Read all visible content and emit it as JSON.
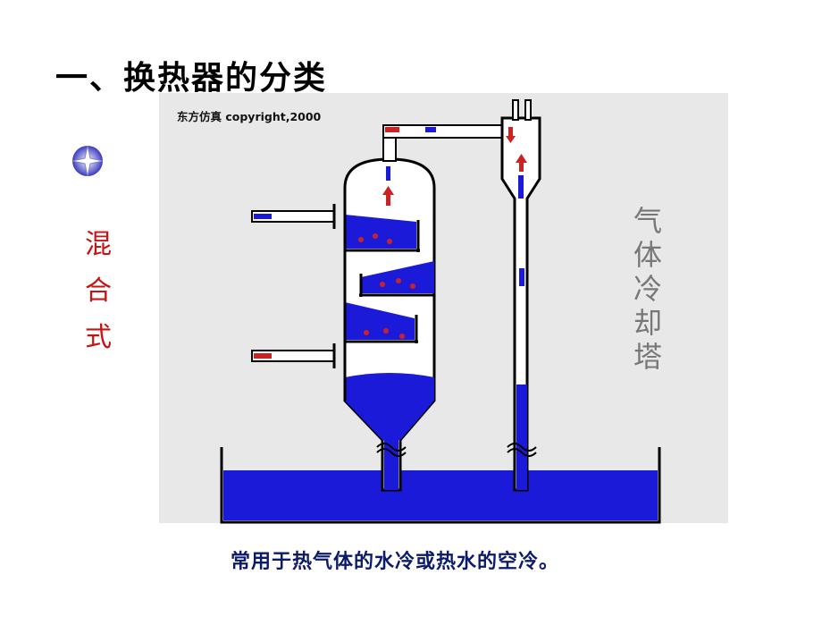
{
  "title": "一、换热器的分类",
  "bullet_icon": "four-point-star-icon",
  "category_chars": [
    "混",
    "合",
    "式"
  ],
  "diagram": {
    "copyright": "东方仿真 copyright,2000",
    "tower_label_chars": [
      "气",
      "体",
      "冷",
      "却",
      "塔"
    ],
    "colors": {
      "water": "#1a1ad8",
      "hot_gas": "#cc2222",
      "pipe": "#ffffff",
      "background": "#e8e8e8"
    }
  },
  "caption": "常用于热气体的水冷或热水的空冷。"
}
